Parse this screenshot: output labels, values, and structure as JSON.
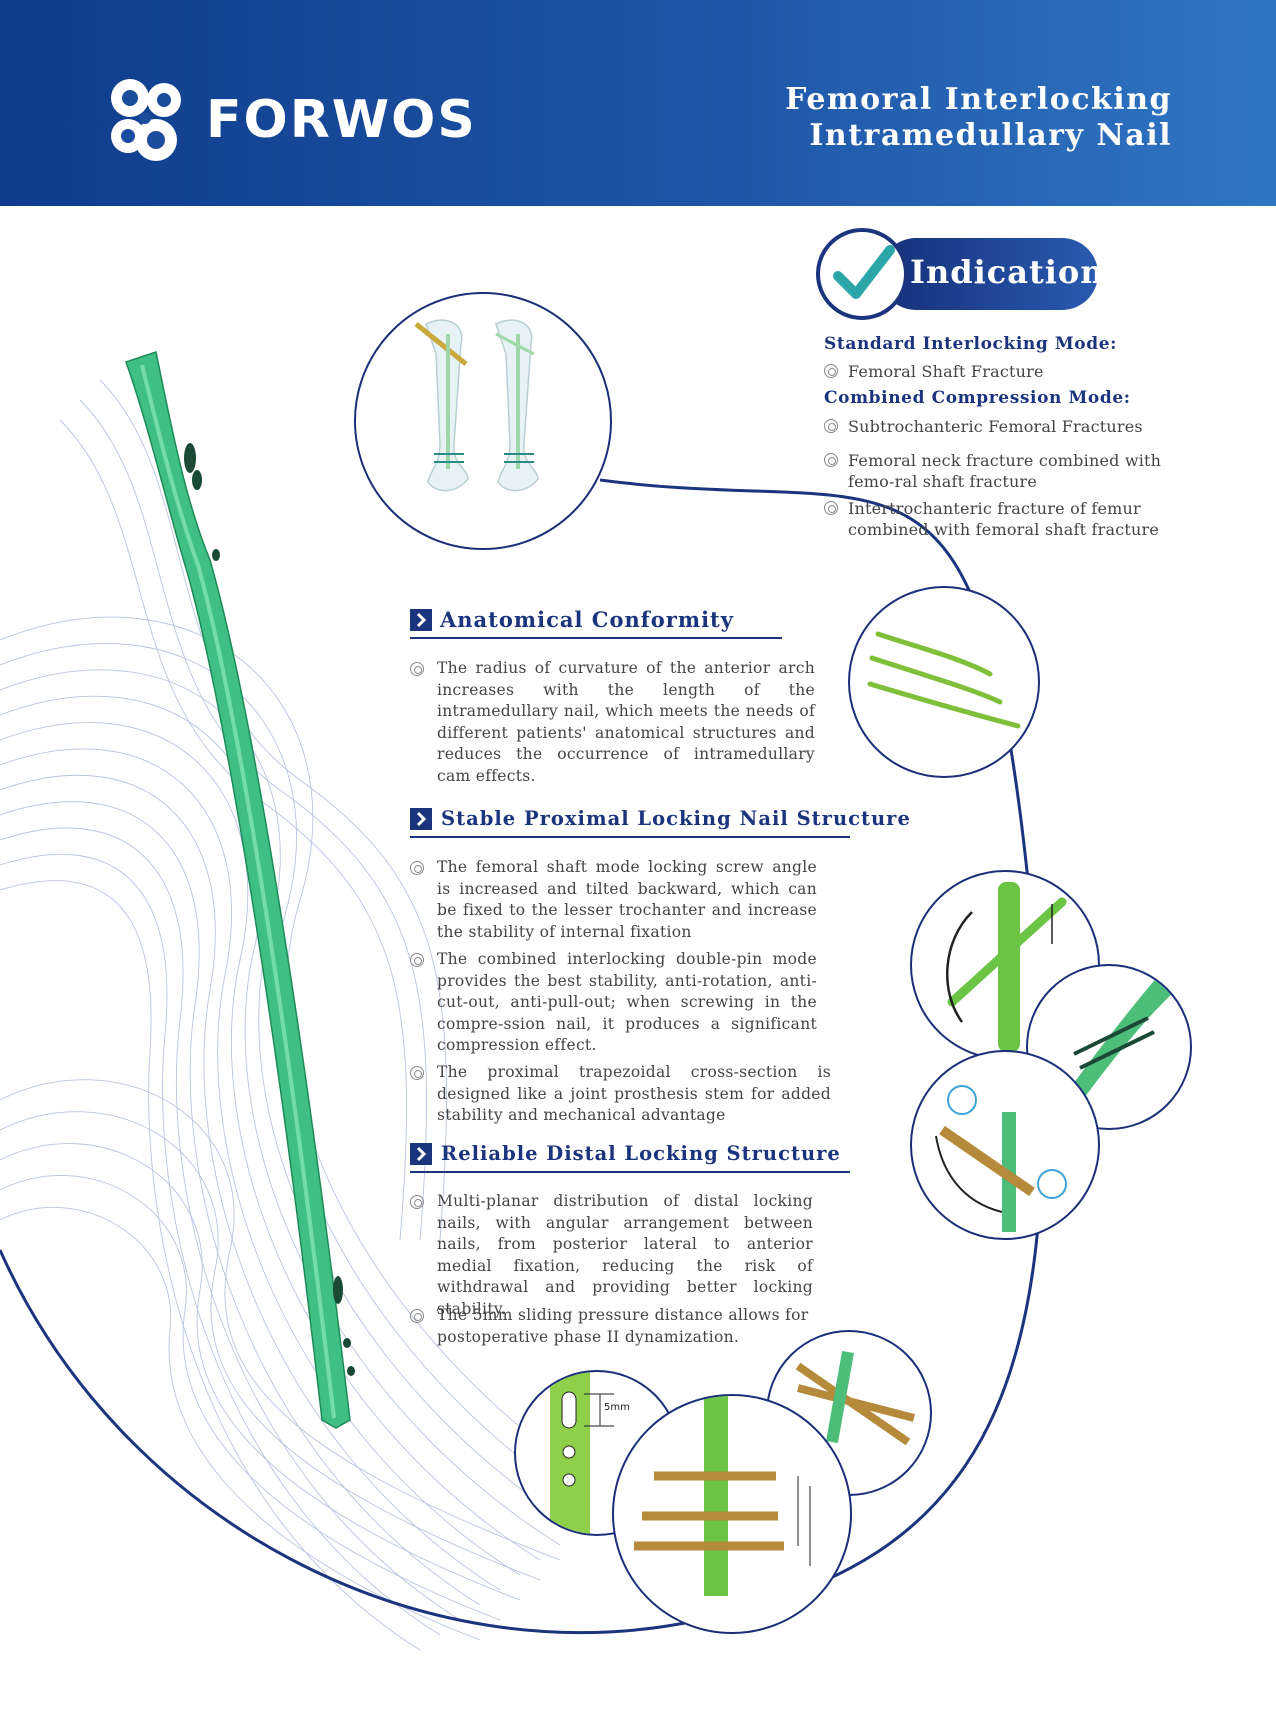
{
  "header": {
    "brand": "FORWOS",
    "title_line1": "Femoral Interlocking",
    "title_line2": "Intramedullary Nail"
  },
  "indications": {
    "title": "Indications",
    "standard_mode_heading": "Standard Interlocking Mode:",
    "standard_items": [
      "Femoral Shaft Fracture"
    ],
    "combined_mode_heading": "Combined Compression Mode:",
    "combined_items": [
      "Subtrochanteric Femoral Fractures",
      "Femoral neck fracture combined with femo-ral shaft fracture",
      "Intertrochanteric fracture of femur combined with femoral shaft fracture"
    ]
  },
  "sections": [
    {
      "title": "Anatomical Conformity",
      "paragraphs": [
        "The radius of curvature of the anterior arch increases with the length of the intramedullary nail, which meets the needs of different patients' anatomical structures and reduces the occurrence of intramedullary cam effects."
      ]
    },
    {
      "title": "Stable Proximal Locking Nail Structure",
      "paragraphs": [
        "The femoral shaft mode locking screw angle is increased and tilted backward, which can be fixed to the lesser trochanter and increase the stability of internal fixation",
        "The combined interlocking double-pin mode provides the best stability, anti-rotation, anti-cut-out, anti-pull-out; when screwing in the compre-ssion nail, it produces a significant compression effect.",
        "The proximal trapezoidal cross-section is designed like a joint prosthesis stem for added stability and mechanical advantage"
      ]
    },
    {
      "title": "Reliable Distal Locking Structure",
      "paragraphs": [
        "Multi-planar distribution of distal locking nails, with angular arrangement between nails, from posterior lateral to anterior medial fixation, reducing the risk of withdrawal and providing better locking stability.",
        "The 5mm sliding pressure distance allows for postoperative phase II dynamization."
      ]
    }
  ],
  "photo_labels": {
    "slot_dimension": "5mm"
  },
  "colors": {
    "header_dark": "#0f3c8c",
    "header_light": "#2f76c4",
    "navy": "#1b347e",
    "nail_green": "#3fbf83",
    "check_teal": "#2aa5a8",
    "screw_gold": "#b58a3a"
  }
}
